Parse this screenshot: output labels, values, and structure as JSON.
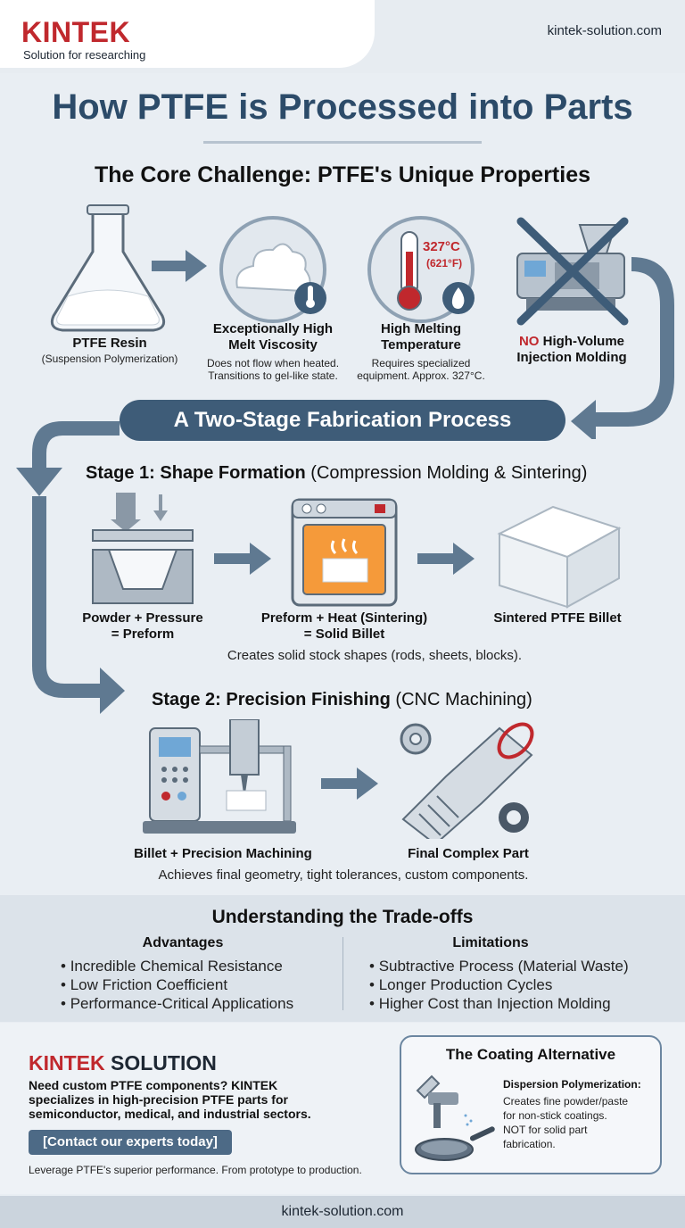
{
  "header": {
    "brand": "KINTEK",
    "tagline": "Solution for researching",
    "site": "kintek-solution.com"
  },
  "title": "How PTFE is Processed into Parts",
  "core": {
    "heading": "The Core Challenge: PTFE's Unique Properties",
    "resin_label": "PTFE Resin",
    "resin_sub": "(Suspension Polymerization)",
    "viscosity_label_1": "Exceptionally High",
    "viscosity_label_2": "Melt Viscosity",
    "viscosity_sub_1": "Does not flow when heated.",
    "viscosity_sub_2": "Transitions to gel-like state.",
    "melting_label_1": "High Melting",
    "melting_label_2": "Temperature",
    "melting_sub_1": "Requires specialized",
    "melting_sub_2": "equipment. Approx. 327°C.",
    "temp_c": "327°C",
    "temp_f": "(621°F)",
    "injection_no": "NO",
    "injection_label_1": "High-Volume",
    "injection_label_2": "Injection Molding"
  },
  "banner": "A Two-Stage Fabrication Process",
  "stage1": {
    "heading_bold": "Stage 1: Shape Formation",
    "heading_rest": "(Compression Molding & Sintering)",
    "step1_1": "Powder + Pressure",
    "step1_2": "= Preform",
    "step2_1": "Preform + Heat (Sintering)",
    "step2_2": "= Solid Billet",
    "step3": "Sintered PTFE Billet",
    "note": "Creates solid stock shapes (rods, sheets, blocks)."
  },
  "stage2": {
    "heading_bold": "Stage 2: Precision Finishing",
    "heading_rest": "(CNC Machining)",
    "step1": "Billet + Precision Machining",
    "step2": "Final Complex Part",
    "note": "Achieves final geometry, tight tolerances, custom components."
  },
  "tradeoffs": {
    "heading": "Understanding the Trade-offs",
    "adv_heading": "Advantages",
    "advantages": [
      "Incredible Chemical Resistance",
      "Low Friction Coefficient",
      "Performance-Critical Applications"
    ],
    "lim_heading": "Limitations",
    "limitations": [
      "Subtractive Process (Material Waste)",
      "Longer Production Cycles",
      "Higher Cost than Injection Molding"
    ]
  },
  "promo": {
    "brand_red": "KINTEK",
    "brand_dark": "SOLUTION",
    "text_1": "Need custom PTFE components? KINTEK",
    "text_2": "specializes in high-precision PTFE parts for",
    "text_3": "semiconductor, medical, and industrial sectors.",
    "button": "[Contact our experts today]",
    "footnote": "Leverage PTFE's superior performance. From prototype to production."
  },
  "coating": {
    "heading": "The Coating Alternative",
    "label": "Dispersion Polymerization:",
    "line_1": "Creates fine powder/paste",
    "line_2": "for non-stick coatings.",
    "line_3": "NOT for solid part",
    "line_4": "fabrication."
  },
  "footer": {
    "site": "kintek-solution.com"
  },
  "colors": {
    "brand_red": "#c0282d",
    "navy": "#2c4b69",
    "banner": "#3e5c78",
    "arrow": "#5f7991"
  }
}
